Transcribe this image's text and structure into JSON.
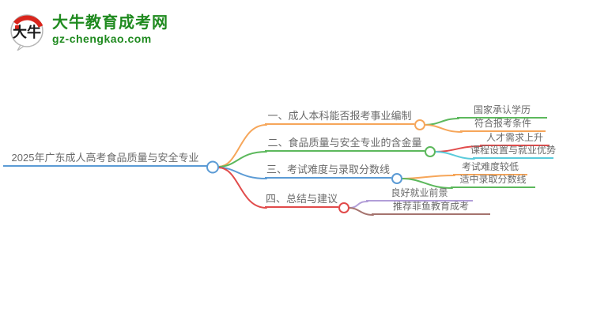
{
  "logo": {
    "icon_text": "大牛",
    "title": "大牛教育成考网",
    "domain": "gz-chengkao.com",
    "brand_color": "#1F8A1F",
    "icon_accent_color": "#D9251C"
  },
  "mindmap": {
    "root": {
      "label": "2025年广东成人高考食品质量与安全专业",
      "color": "#5B9BD5"
    },
    "branches": [
      {
        "label": "一、成人本科能否报考事业编制",
        "color": "#F6A65A",
        "children": [
          {
            "label": "国家承认学历",
            "color": "#5CB85C"
          },
          {
            "label": "符合报考条件",
            "color": "#F6A65A"
          }
        ]
      },
      {
        "label": "二、食品质量与安全专业的含金量",
        "color": "#5CB85C",
        "children": [
          {
            "label": "人才需求上升",
            "color": "#E14B4B"
          },
          {
            "label": "课程设置与就业优势",
            "color": "#5BCBDB"
          }
        ]
      },
      {
        "label": "三、考试难度与录取分数线",
        "color": "#5B9BD5",
        "children": [
          {
            "label": "考试难度较低",
            "color": "#F6A65A"
          },
          {
            "label": "适中录取分数线",
            "color": "#5CB85C"
          }
        ]
      },
      {
        "label": "四、总结与建议",
        "color": "#E14B4B",
        "children": [
          {
            "label": "良好就业前景",
            "color": "#B29ED8"
          },
          {
            "label": "推荐菲鱼教育成考",
            "color": "#A5736E"
          }
        ]
      }
    ]
  }
}
